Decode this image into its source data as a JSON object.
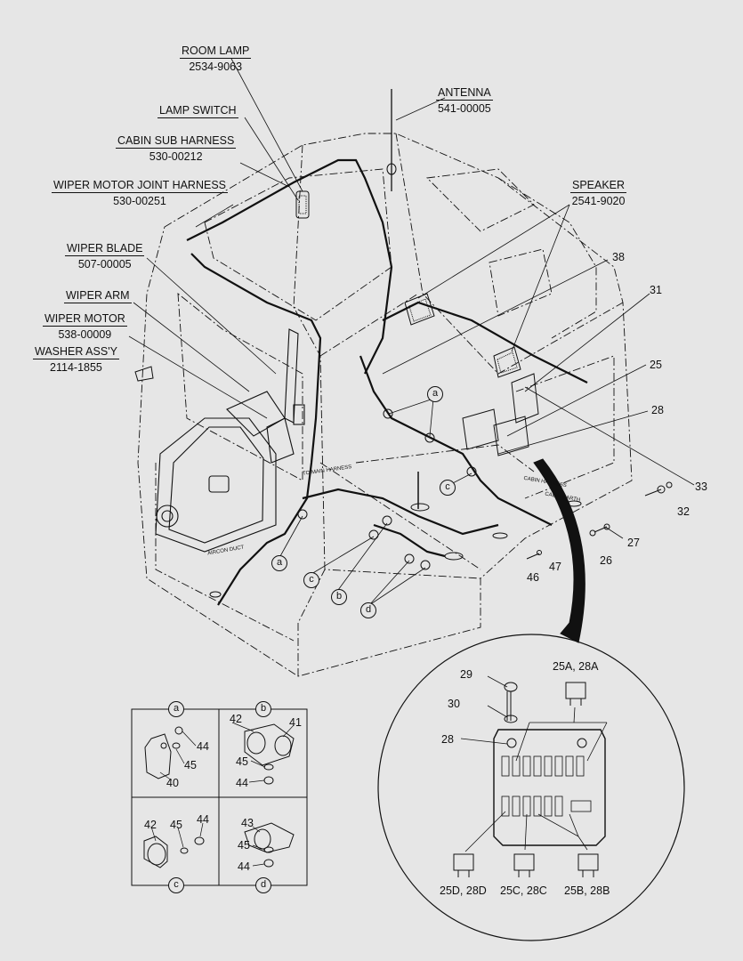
{
  "labels": {
    "room_lamp": {
      "name": "ROOM LAMP",
      "pn": "2534-9063"
    },
    "antenna": {
      "name": "ANTENNA",
      "pn": "541-00005"
    },
    "lamp_switch": {
      "name": "LAMP SWITCH"
    },
    "cabin_sub_harness": {
      "name": "CABIN SUB HARNESS",
      "pn": "530-00212"
    },
    "wiper_motor_joint_harness": {
      "name": "WIPER MOTOR JOINT HARNESS",
      "pn": "530-00251"
    },
    "speaker": {
      "name": "SPEAKER",
      "pn": "2541-9020"
    },
    "wiper_blade": {
      "name": "WIPER BLADE",
      "pn": "507-00005"
    },
    "wiper_arm": {
      "name": "WIPER ARM"
    },
    "wiper_motor": {
      "name": "WIPER MOTOR",
      "pn": "538-00009"
    },
    "washer_assy": {
      "name": "WASHER ASS'Y",
      "pn": "2114-1855"
    }
  },
  "callouts": {
    "n38": "38",
    "n31": "31",
    "n25": "25",
    "n28": "28",
    "n33": "33",
    "n32": "32",
    "n27": "27",
    "n26": "26",
    "n47": "47",
    "n46": "46"
  },
  "letters": {
    "a": "a",
    "b": "b",
    "c": "c",
    "d": "d"
  },
  "small_text": {
    "to_main_harness": "TO MAIN HARNESS",
    "cabin_harness": "CABIN HARNESS",
    "cabin_earth": "CABIN EARTH",
    "aircon_duct": "AIRCON DUCT"
  },
  "detail_boxes": {
    "a": {
      "parts": [
        "44",
        "45",
        "40"
      ]
    },
    "b": {
      "parts": [
        "42",
        "41",
        "45",
        "44"
      ]
    },
    "c": {
      "parts": [
        "42",
        "45",
        "44"
      ]
    },
    "d": {
      "parts": [
        "43",
        "45",
        "44"
      ]
    }
  },
  "fuse_detail": {
    "n29": "29",
    "n30": "30",
    "n28": "28",
    "top_fuse": "25A, 28A",
    "bl_fuse": "25D, 28D",
    "bc_fuse": "25C, 28C",
    "br_fuse": "25B, 28B"
  }
}
